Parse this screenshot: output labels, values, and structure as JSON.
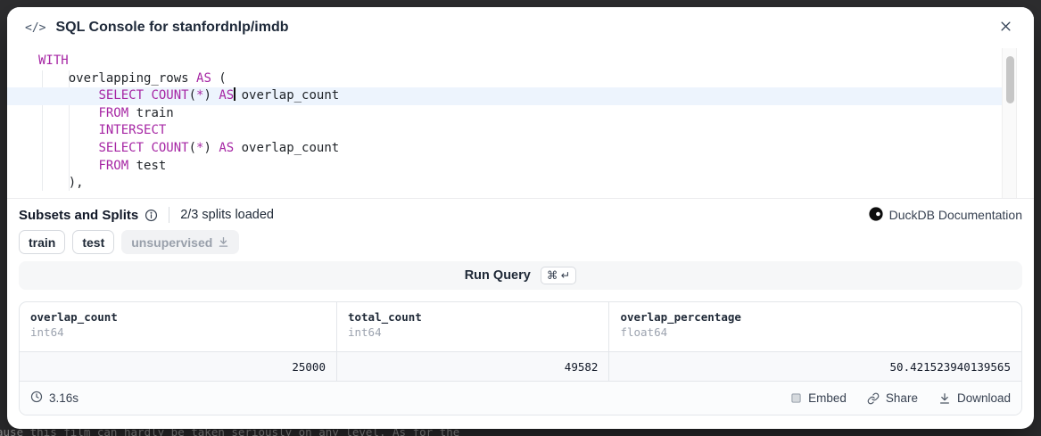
{
  "backdrop": {
    "background_text": "ause this film can hardly be taken seriously on any level. As for the"
  },
  "header": {
    "title": "SQL Console for stanfordnlp/imdb",
    "code_icon": "</>",
    "close_icon": "close-icon"
  },
  "editor": {
    "active_line_index": 2,
    "lines": [
      {
        "tokens": [
          {
            "type": "keyword",
            "text": "WITH"
          }
        ]
      },
      {
        "tokens": [
          {
            "type": "plain",
            "text": "    overlapping_rows "
          },
          {
            "type": "keyword",
            "text": "AS"
          },
          {
            "type": "plain",
            "text": " ("
          }
        ]
      },
      {
        "tokens": [
          {
            "type": "plain",
            "text": "        "
          },
          {
            "type": "keyword",
            "text": "SELECT"
          },
          {
            "type": "plain",
            "text": " "
          },
          {
            "type": "keyword",
            "text": "COUNT"
          },
          {
            "type": "plain",
            "text": "("
          },
          {
            "type": "keyword",
            "text": "*"
          },
          {
            "type": "plain",
            "text": ") "
          },
          {
            "type": "keyword",
            "text": "AS"
          },
          {
            "type": "cursor",
            "text": ""
          },
          {
            "type": "plain",
            "text": " overlap_count"
          }
        ]
      },
      {
        "tokens": [
          {
            "type": "plain",
            "text": "        "
          },
          {
            "type": "keyword",
            "text": "FROM"
          },
          {
            "type": "plain",
            "text": " train"
          }
        ]
      },
      {
        "tokens": [
          {
            "type": "plain",
            "text": "        "
          },
          {
            "type": "keyword",
            "text": "INTERSECT"
          }
        ]
      },
      {
        "tokens": [
          {
            "type": "plain",
            "text": "        "
          },
          {
            "type": "keyword",
            "text": "SELECT"
          },
          {
            "type": "plain",
            "text": " "
          },
          {
            "type": "keyword",
            "text": "COUNT"
          },
          {
            "type": "plain",
            "text": "("
          },
          {
            "type": "keyword",
            "text": "*"
          },
          {
            "type": "plain",
            "text": ") "
          },
          {
            "type": "keyword",
            "text": "AS"
          },
          {
            "type": "plain",
            "text": " overlap_count"
          }
        ]
      },
      {
        "tokens": [
          {
            "type": "plain",
            "text": "        "
          },
          {
            "type": "keyword",
            "text": "FROM"
          },
          {
            "type": "plain",
            "text": " test"
          }
        ]
      },
      {
        "tokens": [
          {
            "type": "plain",
            "text": "    ),"
          }
        ]
      }
    ]
  },
  "splits_bar": {
    "title": "Subsets and Splits",
    "info_icon": "info-icon",
    "status": "2/3 splits loaded",
    "doc_link_label": "DuckDB Documentation",
    "doc_link_icon": "duckdb-icon"
  },
  "splits": [
    {
      "label": "train",
      "loaded": true
    },
    {
      "label": "test",
      "loaded": true
    },
    {
      "label": "unsupervised",
      "loaded": false,
      "icon": "download-small-icon"
    }
  ],
  "run_query": {
    "label": "Run Query",
    "shortcut": "⌘ ↵"
  },
  "results_table": {
    "columns": [
      {
        "name": "overlap_count",
        "dtype": "int64",
        "width_pct": 31.7
      },
      {
        "name": "total_count",
        "dtype": "int64",
        "width_pct": 27.2
      },
      {
        "name": "overlap_percentage",
        "dtype": "float64",
        "width_pct": 41.1
      }
    ],
    "rows": [
      [
        "25000",
        "49582",
        "50.421523940139565"
      ]
    ]
  },
  "footer": {
    "duration": "3.16s",
    "time_icon": "clock-icon",
    "actions": [
      {
        "label": "Embed",
        "icon": "embed-icon"
      },
      {
        "label": "Share",
        "icon": "share-icon"
      },
      {
        "label": "Download",
        "icon": "download-icon"
      }
    ]
  },
  "colors": {
    "keyword": "#a626a4",
    "active_line": "#edf4fd",
    "backdrop": "#2e2e30",
    "chip_disabled_text": "#99a0ab",
    "accent_text": "#1f2937"
  }
}
